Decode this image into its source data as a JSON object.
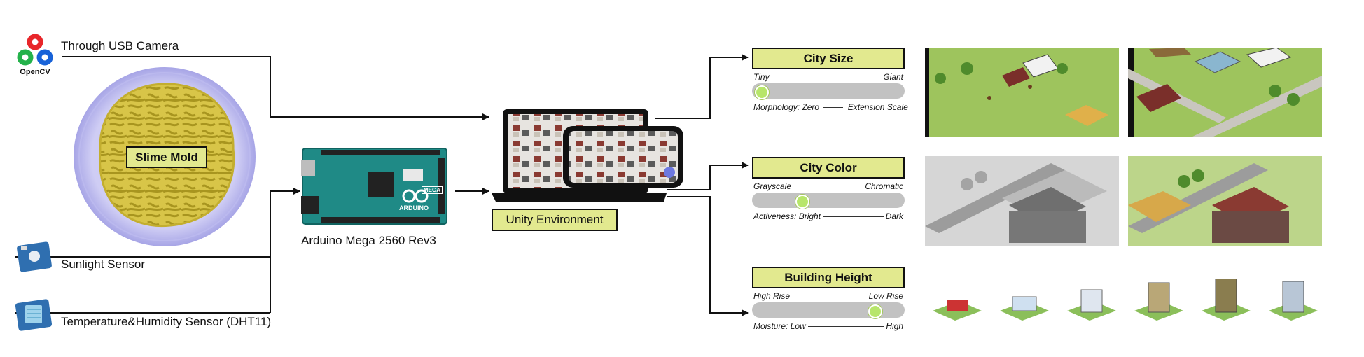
{
  "inputs": {
    "camera": "Through USB Camera",
    "opencv": "OpenCV",
    "slime_mold": "Slime Mold",
    "sunlight": "Sunlight Sensor",
    "temp_humidity": "Temperature&Humidity Sensor (DHT11)"
  },
  "arduino": {
    "label": "Arduino Mega 2560 Rev3",
    "board_text": "ARDUINO",
    "board_model": "MEGA"
  },
  "unity": {
    "label": "Unity Environment"
  },
  "parameters": [
    {
      "title": "City Size",
      "left": "Tiny",
      "right": "Giant",
      "caption_left": "Morphology: Zero",
      "caption_right": "Extension Scale",
      "level": 0.02
    },
    {
      "title": "City Color",
      "left": "Grayscale",
      "right": "Chromatic",
      "caption_left": "Activeness: Bright",
      "caption_right": "Dark",
      "level": 0.32
    },
    {
      "title": "Building Height",
      "left": "High Rise",
      "right": "Low Rise",
      "caption_left": "Moisture: Low",
      "caption_right": "High",
      "level": 0.9
    }
  ],
  "colors": {
    "label_fill": "#e2e98f",
    "slider_track": "#c2c2c2",
    "slider_knob": "#b7e66a",
    "slime_yellow": "#d8c548",
    "dish_purple": "#b7b6ea",
    "board_teal": "#1f8a86",
    "grass": "#9ec45d"
  }
}
